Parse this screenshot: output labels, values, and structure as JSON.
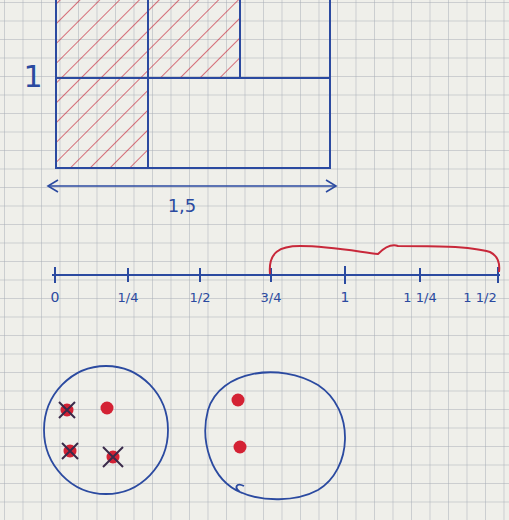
{
  "diagram": {
    "labels": [
      "1",
      "1,5",
      "0",
      "1/4",
      "1/2",
      "3/4",
      "1",
      "1 1/4",
      "1 1/2"
    ]
  }
}
